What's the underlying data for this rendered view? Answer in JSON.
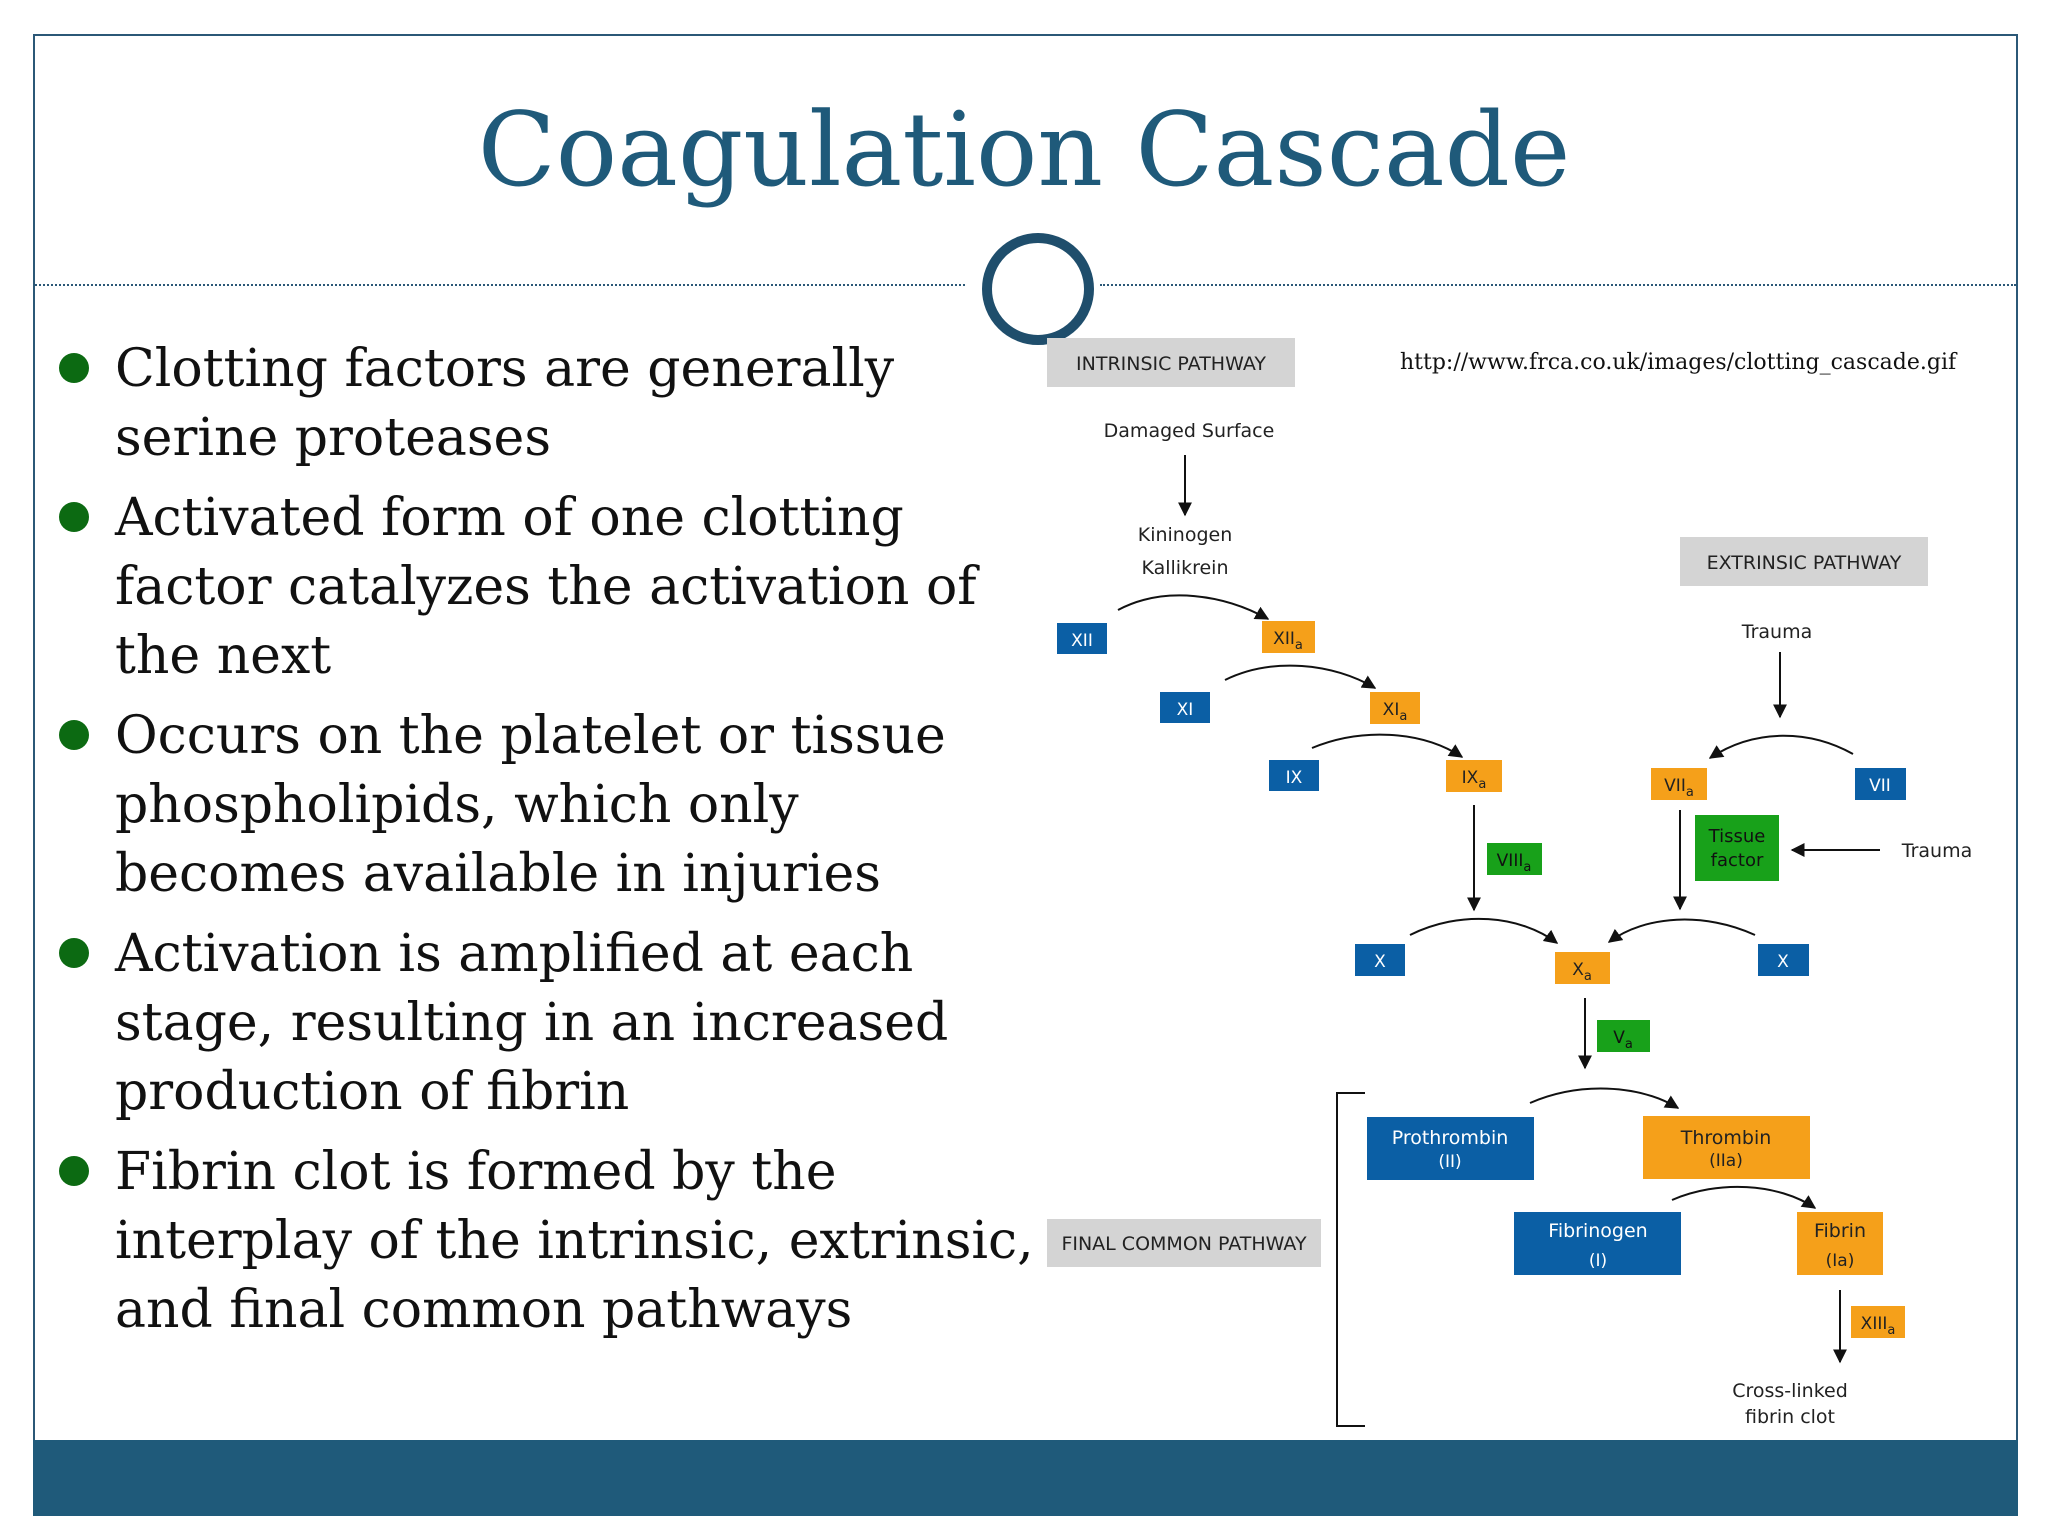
{
  "slide": {
    "title": "Coagulation Cascade",
    "bullets": [
      "Clotting factors are generally serine proteases",
      "Activated form of one clotting factor catalyzes the activation of the next",
      "Occurs on the platelet or tissue phospholipids, which only becomes available in injuries",
      "Activation is amplified at each stage, resulting in an increased production of fibrin",
      "Fibrin clot is formed by the interplay of the intrinsic, extrinsic, and final common pathways"
    ],
    "source_url": "http://www.frca.co.uk/images/clotting_cascade.gif"
  },
  "diagram": {
    "pathway_labels": {
      "intrinsic": "INTRINSIC PATHWAY",
      "extrinsic": "EXTRINSIC PATHWAY",
      "final_common": "FINAL COMMON  PATHWAY"
    },
    "triggers": {
      "damaged_surface": "Damaged Surface",
      "kininogen": "Kininogen",
      "kallikrein": "Kallikrein",
      "trauma_top": "Trauma",
      "trauma_right": "Trauma"
    },
    "factors": {
      "xii": "XII",
      "xiia": "XII",
      "xiia_sub": "a",
      "xi": "XI",
      "xia": "XI",
      "xia_sub": "a",
      "ix": "IX",
      "ixa": "IX",
      "ixa_sub": "a",
      "viiia": "VIII",
      "viiia_sub": "a",
      "vii": "VII",
      "viia": "VII",
      "viia_sub": "a",
      "tissue_factor_1": "Tissue",
      "tissue_factor_2": "factor",
      "x_left": "X",
      "x_right": "X",
      "xa": "X",
      "xa_sub": "a",
      "va": "V",
      "va_sub": "a",
      "prothrombin_1": "Prothrombin",
      "prothrombin_2": "(II)",
      "thrombin_1": "Thrombin",
      "thrombin_2": "(IIa)",
      "fibrinogen_1": "Fibrinogen",
      "fibrinogen_2": "(I)",
      "fibrin_1": "Fibrin",
      "fibrin_2": "(Ia)",
      "xiiia": "XIII",
      "xiiia_sub": "a",
      "crosslinked_1": "Cross-linked",
      "crosslinked_2": "fibrin clot"
    },
    "colors": {
      "inactive": "#0b5fa5",
      "active": "#f5a01a",
      "cofactor": "#18a11a",
      "label_bg": "#d4d4d4",
      "title": "#1f5a7a"
    }
  }
}
